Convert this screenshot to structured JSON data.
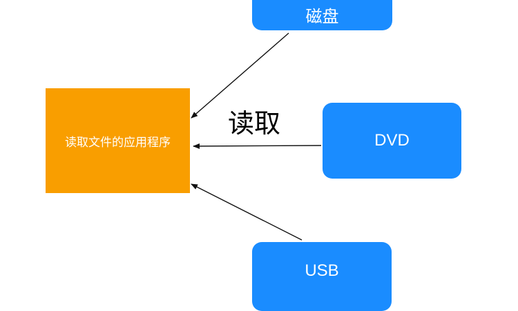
{
  "app_box": {
    "label": "读取文件的应用程序",
    "color": "#F99E00"
  },
  "sources": [
    {
      "label": "磁盘",
      "color": "#1A8CFF"
    },
    {
      "label": "DVD",
      "color": "#1A8CFF"
    },
    {
      "label": "USB",
      "color": "#1A8CFF"
    }
  ],
  "edge_label": "读取"
}
